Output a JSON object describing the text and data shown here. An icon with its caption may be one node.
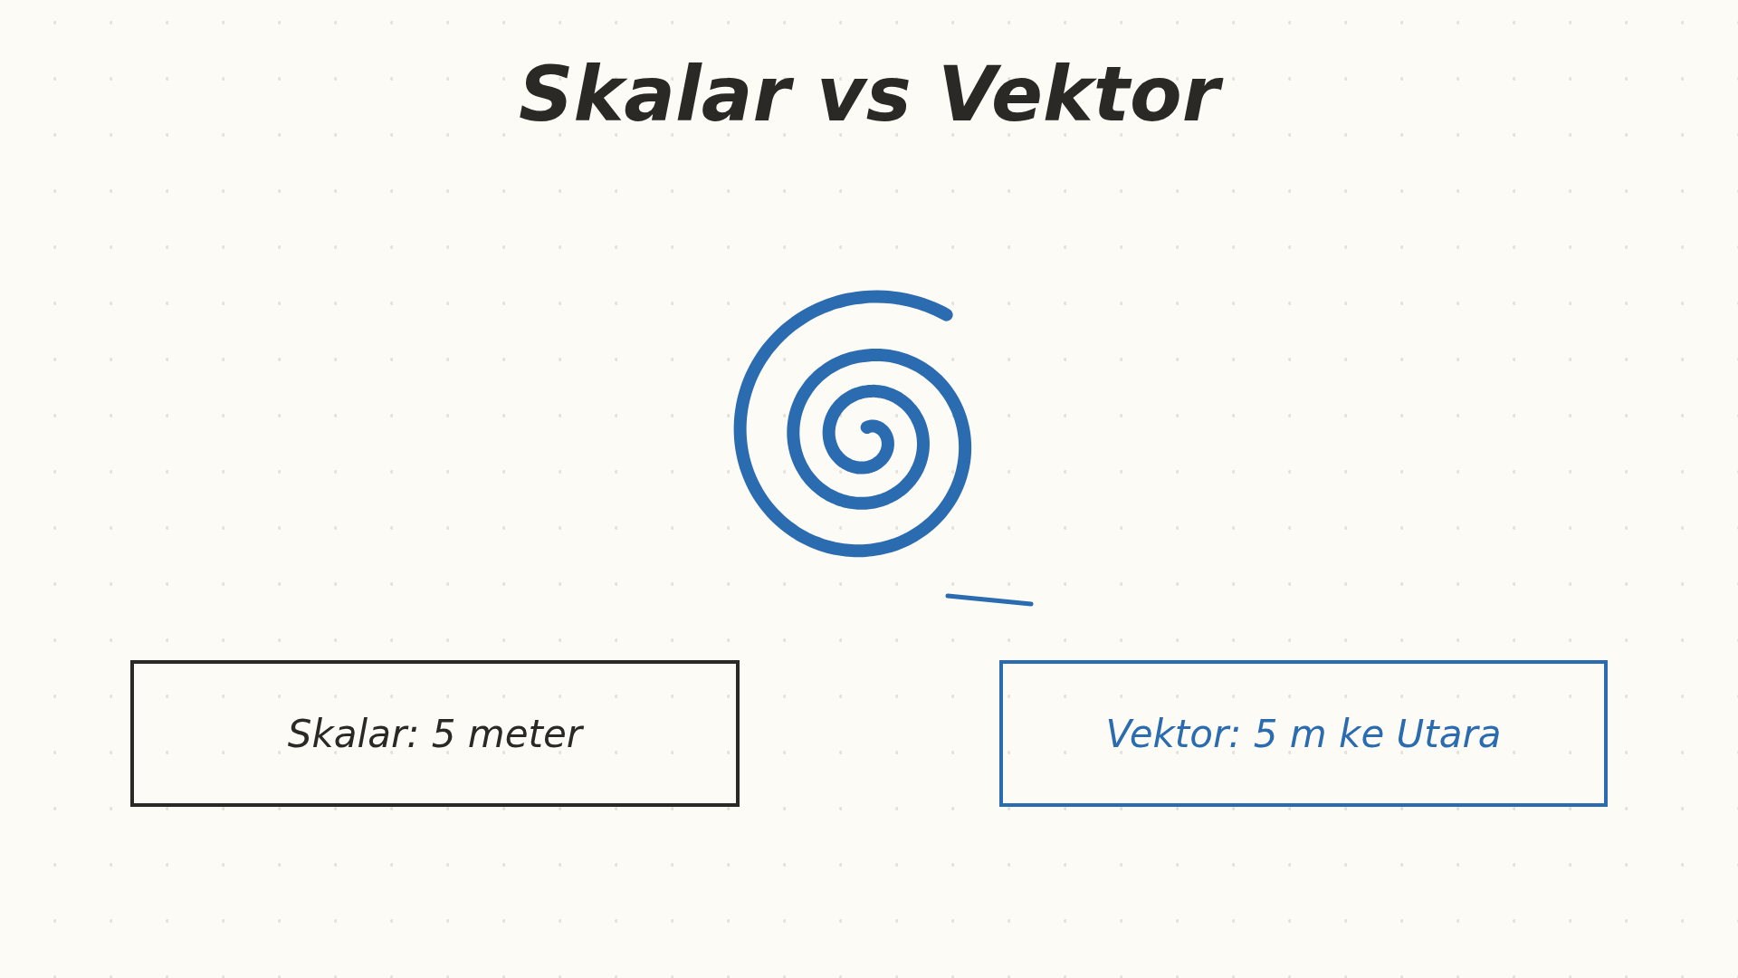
{
  "diagram": {
    "title": "Skalar vs Vektor",
    "nodes": [
      {
        "text": [
          "Skalar: 5 meter"
        ]
      },
      {
        "text": [
          "Vektor: 5 m ke Utara"
        ]
      }
    ]
  }
}
